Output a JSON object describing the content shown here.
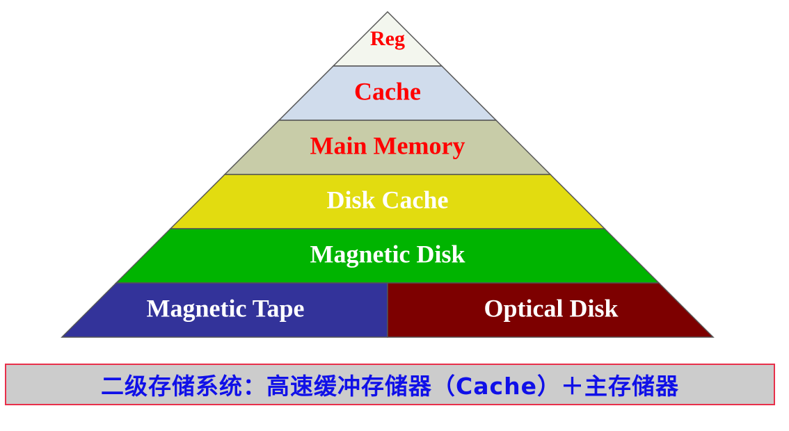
{
  "pyramid": {
    "layers": [
      {
        "label": "Reg",
        "fill": "#f3f6ee",
        "text_color": "#ff0000"
      },
      {
        "label": "Cache",
        "fill": "#d0dcec",
        "text_color": "#ff0000"
      },
      {
        "label": "Main Memory",
        "fill": "#c8cca8",
        "text_color": "#ff0000"
      },
      {
        "label": "Disk Cache",
        "fill": "#e2dc10",
        "text_color": "#ffffff"
      },
      {
        "label": "Magnetic Disk",
        "fill": "#00b400",
        "text_color": "#ffffff"
      },
      {
        "label": "Magnetic Tape",
        "fill": "#33339a",
        "text_color": "#ffffff"
      },
      {
        "label": "Optical Disk",
        "fill": "#7d0000",
        "text_color": "#ffffff"
      }
    ]
  },
  "caption": {
    "text": "二级存储系统：高速缓冲存储器（Cache）＋主存储器"
  }
}
